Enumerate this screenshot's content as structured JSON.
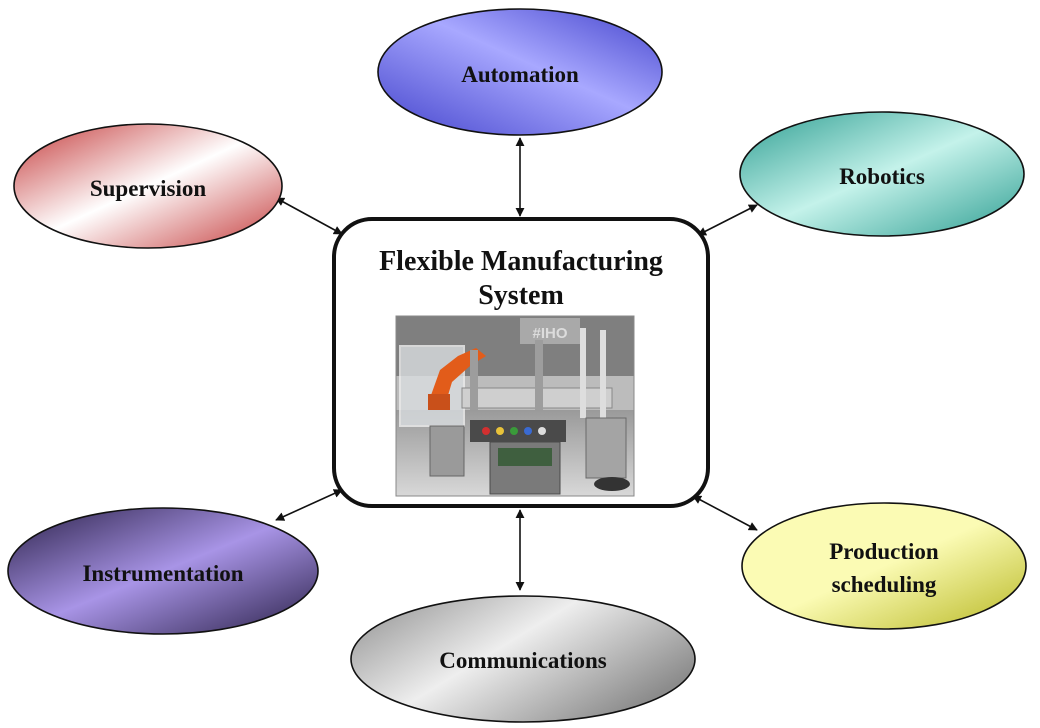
{
  "center": {
    "title_line1": "Flexible Manufacturing",
    "title_line2": "System",
    "photo_sign": "#IHO"
  },
  "nodes": {
    "automation": {
      "label": "Automation",
      "color": "#4444cc",
      "highlight": "#a8a8ff"
    },
    "robotics": {
      "label": "Robotics",
      "color": "#2e9e92",
      "highlight": "#c4f2ea"
    },
    "supervision": {
      "label": "Supervision",
      "color": "#c43a3a",
      "highlight": "#ffffff"
    },
    "instrumentation": {
      "label": "Instrumentation",
      "color": "#2a2048",
      "highlight": "#a894e6"
    },
    "production": {
      "label_line1": "Production",
      "label_line2": "scheduling",
      "color": "#b8b824",
      "highlight": "#fbfbb4"
    },
    "communications": {
      "label": "Communications",
      "color": "#8c8c8c",
      "highlight": "#eeeeee"
    }
  }
}
